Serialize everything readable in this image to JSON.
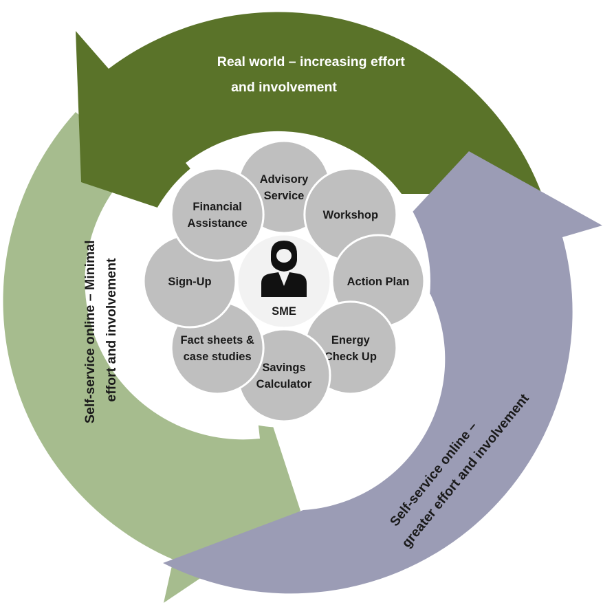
{
  "center": {
    "label": "SME",
    "icon": "person-icon"
  },
  "nodes": [
    {
      "id": "advisory-service",
      "lines": [
        "Advisory",
        "Service"
      ]
    },
    {
      "id": "workshop",
      "lines": [
        "Workshop"
      ]
    },
    {
      "id": "action-plan",
      "lines": [
        "Action Plan"
      ]
    },
    {
      "id": "energy-check-up",
      "lines": [
        "Energy",
        "Check Up"
      ]
    },
    {
      "id": "savings-calculator",
      "lines": [
        "Savings",
        "Calculator"
      ]
    },
    {
      "id": "fact-sheets",
      "lines": [
        "Fact sheets &",
        "case studies"
      ]
    },
    {
      "id": "sign-up",
      "lines": [
        "Sign-Up"
      ]
    },
    {
      "id": "financial-assistance",
      "lines": [
        "Financial",
        "Assistance"
      ]
    }
  ],
  "arrows": {
    "real_world": {
      "lines": [
        "Real world – increasing effort",
        "and involvement"
      ],
      "color": "#5a7329",
      "text_color": "#ffffff"
    },
    "minimal": {
      "lines": [
        "Self-service online – Minimal",
        "effort and involvement"
      ],
      "color": "#a6bc8e",
      "text_color": "#1a1a1a"
    },
    "greater": {
      "lines": [
        "Self-service online –",
        "greater effort and involvement"
      ],
      "color": "#9b9cb5",
      "text_color": "#1a1a1a"
    }
  },
  "colors": {
    "node_fill": "#bfbfbf",
    "node_stroke": "#ffffff",
    "center_fill": "#f2f2f2",
    "spoke": "#9a9a9a"
  }
}
